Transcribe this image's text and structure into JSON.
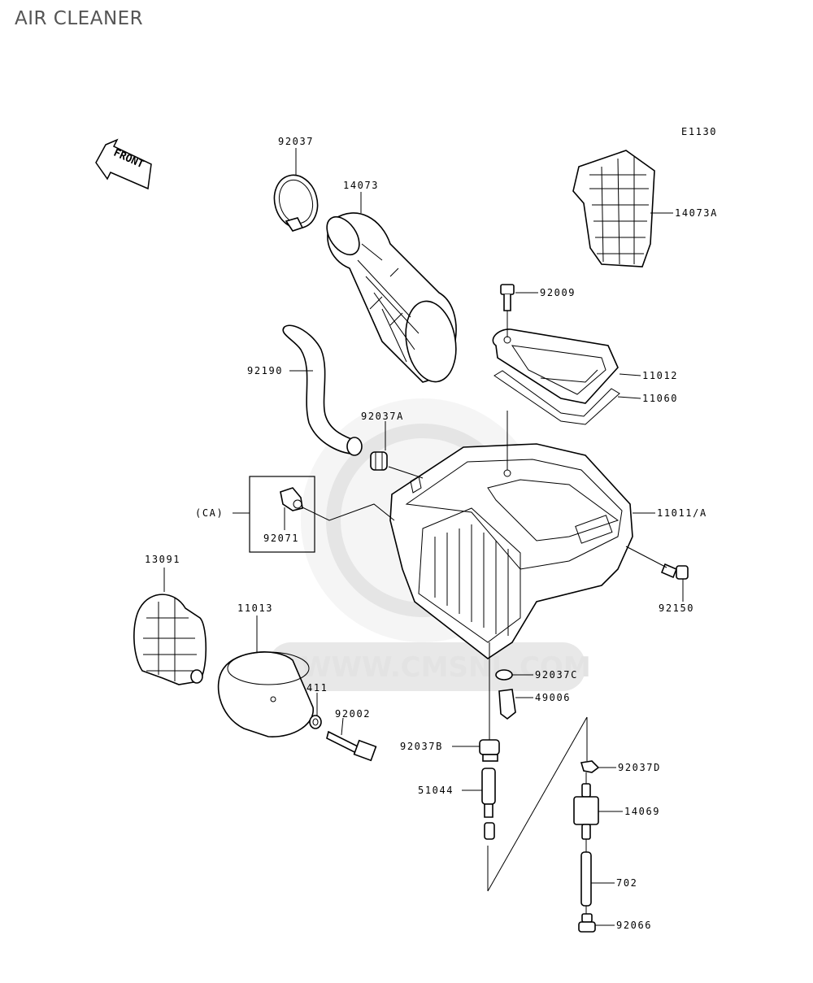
{
  "page": {
    "title": "AIR CLEANER"
  },
  "diagram": {
    "ref_code": "E1130",
    "front_marker": "FRONT",
    "watermark": "WWW.CMSNL.COM",
    "labels": {
      "p92037": "92037",
      "p14073": "14073",
      "p14073A": "14073A",
      "p92009": "92009",
      "p11012": "11012",
      "p11060": "11060",
      "p92190": "92190",
      "p92037A": "92037A",
      "ca": "(CA)",
      "p92071": "92071",
      "p11011A": "11011/A",
      "p13091": "13091",
      "p11013": "11013",
      "p92150": "92150",
      "p411": "411",
      "p92002": "92002",
      "p92037C": "92037C",
      "p49006": "49006",
      "p92037B": "92037B",
      "p92037D": "92037D",
      "p51044": "51044",
      "p14069": "14069",
      "p702": "702",
      "p92066": "92066"
    }
  }
}
